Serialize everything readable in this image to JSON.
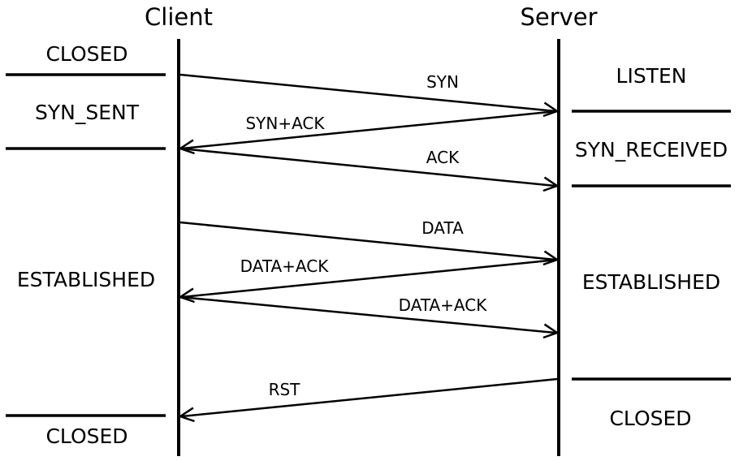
{
  "client_title": "Client",
  "server_title": "Server",
  "client_states": {
    "closed_top": "CLOSED",
    "syn_sent": "SYN_SENT",
    "established": "ESTABLISHED",
    "closed_bottom": "CLOSED"
  },
  "server_states": {
    "listen": "LISTEN",
    "syn_received": "SYN_RECEIVED",
    "established": "ESTABLISHED",
    "closed": "CLOSED"
  },
  "messages": {
    "syn": "SYN",
    "syn_ack": "SYN+ACK",
    "ack": "ACK",
    "data": "DATA",
    "data_ack_1": "DATA+ACK",
    "data_ack_2": "DATA+ACK",
    "rst": "RST"
  }
}
